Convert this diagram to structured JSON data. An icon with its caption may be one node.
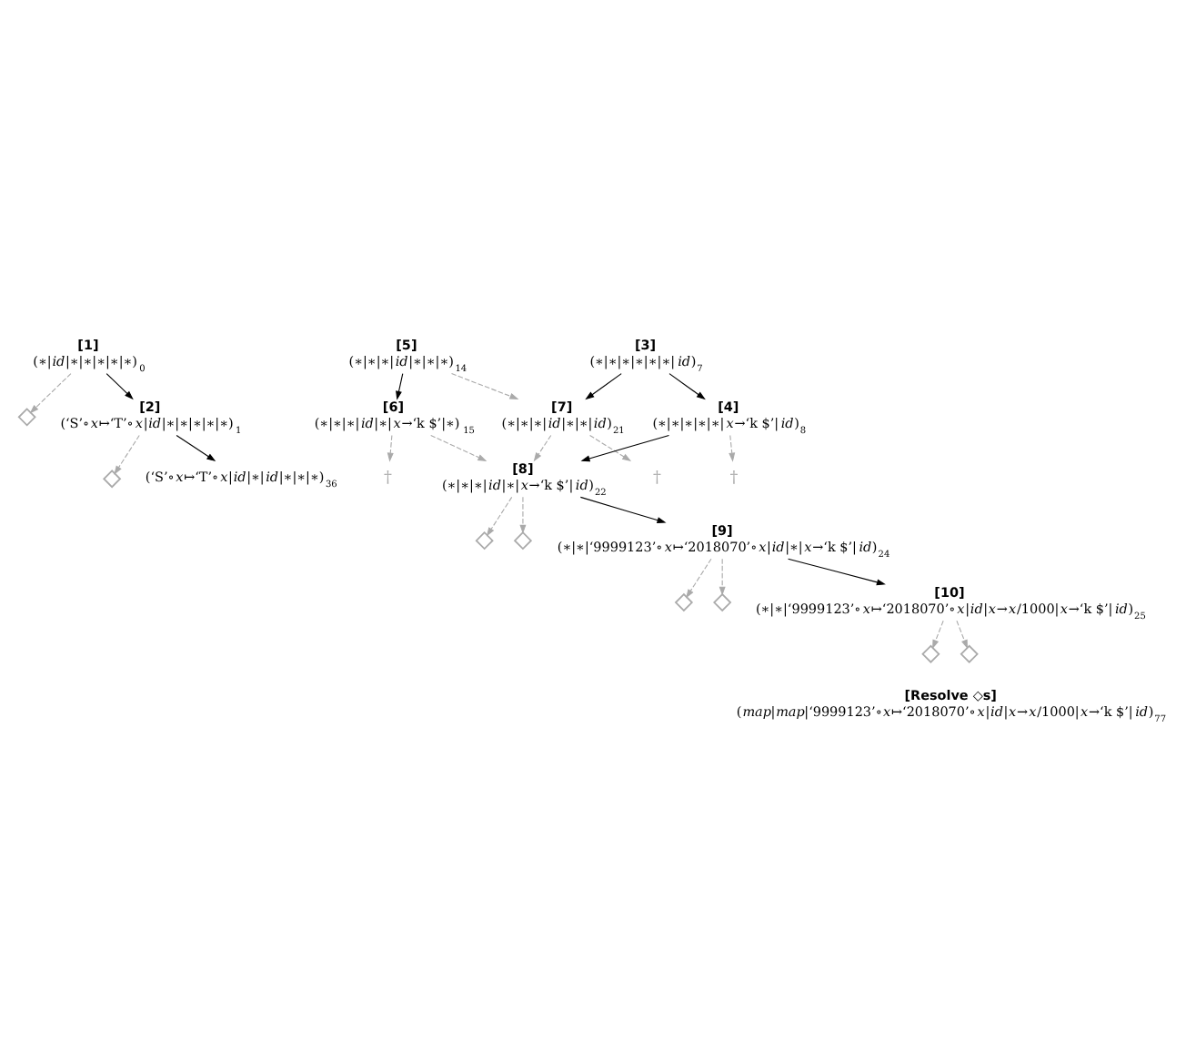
{
  "diagram": {
    "nodes": [
      {
        "text": [
          "[1]",
          "(∗|*id*|∗|∗|∗|∗|∗)$_{0}$"
        ]
      },
      {
        "text": [],
        "shape": "diamond"
      },
      {
        "text": [
          "[2]",
          "(‘S’∘*x*↦‘T’∘*x*|*id*|∗|∗|∗|∗|∗)$_{1}$"
        ]
      },
      {
        "text": [],
        "shape": "diamond"
      },
      {
        "text": [
          "(‘S’∘*x*↦‘T’∘*x*|*id*|∗|*id*|∗|∗|∗)$_{36}$"
        ]
      },
      {
        "text": [
          "[5]",
          "(∗|∗|∗|*id*|∗|∗|∗)$_{14}$"
        ]
      },
      {
        "text": [
          "[6]",
          "(∗|∗|∗|*id*|∗|*x*→‘k $’|∗)$_{15}$"
        ]
      },
      {
        "text": [
          "†"
        ]
      },
      {
        "text": [
          "[3]",
          "(∗|∗|∗|∗|∗|∗|*id*)$_{7}$"
        ]
      },
      {
        "text": [
          "[7]",
          "(∗|∗|∗|*id*|∗|∗|*id*)$_{21}$"
        ]
      },
      {
        "text": [
          "†"
        ]
      },
      {
        "text": [
          "[4]",
          "(∗|∗|∗|∗|∗|*x*→‘k $’|*id*)$_{8}$"
        ]
      },
      {
        "text": [
          "†"
        ]
      },
      {
        "text": [
          "[8]",
          "(∗|∗|∗|*id*|∗|*x*→‘k $’|*id*)$_{22}$"
        ]
      },
      {
        "text": [],
        "shape": "diamond"
      },
      {
        "text": [],
        "shape": "diamond"
      },
      {
        "text": [
          "[9]",
          "(∗|∗|‘9999123’∘*x*↦‘2018070’∘*x*|*id*|∗|*x*→‘k $’|*id*)$_{24}$"
        ]
      },
      {
        "text": [],
        "shape": "diamond"
      },
      {
        "text": [],
        "shape": "diamond"
      },
      {
        "text": [
          "[10]",
          "(∗|∗|‘9999123’∘*x*↦‘2018070’∘*x*|*id*|*x*→*x*/1000|*x*→‘k $’|*id*)$_{25}$"
        ]
      },
      {
        "text": [],
        "shape": "diamond"
      },
      {
        "text": [],
        "shape": "diamond"
      },
      {
        "text": [
          "[Resolve ◇s]",
          "(*map*|*map*|‘9999123’∘*x*↦‘2018070’∘*x*|*id*|*x*→*x*/1000|*x*→‘k $’|*id*)$_{77}$"
        ]
      }
    ],
    "edges": [
      {
        "from": 0,
        "to": 2,
        "arrow": "to",
        "color": "#000000"
      },
      {
        "from": 0,
        "to": 1,
        "arrow": "to",
        "style": "dashed"
      },
      {
        "from": 2,
        "to": 4,
        "arrow": "to",
        "color": "#000000"
      },
      {
        "from": 2,
        "to": 3,
        "arrow": "to",
        "style": "dashed"
      },
      {
        "from": 5,
        "to": 6,
        "arrow": "to",
        "color": "#000000"
      },
      {
        "from": 5,
        "to": 9,
        "arrow": "to",
        "style": "dashed"
      },
      {
        "from": 8,
        "to": 9,
        "arrow": "to",
        "color": "#000000"
      },
      {
        "from": 8,
        "to": 11,
        "arrow": "to",
        "color": "#000000"
      },
      {
        "from": 6,
        "to": 7,
        "arrow": "to",
        "style": "dashed"
      },
      {
        "from": 6,
        "to": 13,
        "arrow": "to",
        "style": "dashed"
      },
      {
        "from": 9,
        "to": 10,
        "arrow": "to",
        "style": "dashed"
      },
      {
        "from": 9,
        "to": 13,
        "arrow": "to",
        "style": "dashed"
      },
      {
        "from": 11,
        "to": 12,
        "arrow": "to",
        "style": "dashed"
      },
      {
        "from": 11,
        "to": 13,
        "arrow": "to",
        "color": "#000000"
      },
      {
        "from": 13,
        "to": 14,
        "arrow": "to",
        "style": "dashed"
      },
      {
        "from": 13,
        "to": 15,
        "arrow": "to",
        "style": "dashed"
      },
      {
        "from": 13,
        "to": 16,
        "arrow": "to",
        "color": "#000000"
      },
      {
        "from": 16,
        "to": 17,
        "arrow": "to",
        "style": "dashed"
      },
      {
        "from": 16,
        "to": 18,
        "arrow": "to",
        "style": "dashed"
      },
      {
        "from": 16,
        "to": 19,
        "arrow": "to",
        "color": "#000000"
      },
      {
        "from": 19,
        "to": 20,
        "arrow": "to",
        "style": "dashed"
      },
      {
        "from": 19,
        "to": 21,
        "arrow": "to",
        "style": "dashed"
      }
    ]
  }
}
